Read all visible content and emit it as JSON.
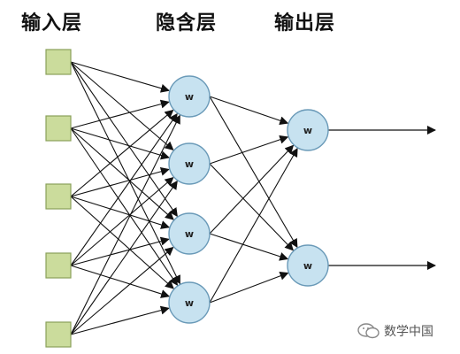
{
  "layers": [
    {
      "label": "输入层",
      "node_count": 5,
      "node_shape": "square",
      "node_text": ""
    },
    {
      "label": "隐含层",
      "node_count": 4,
      "node_shape": "circle",
      "node_text": "w"
    },
    {
      "label": "输出层",
      "node_count": 2,
      "node_shape": "circle",
      "node_text": "w"
    }
  ],
  "connections": "fully-connected between adjacent layers; arrows point right",
  "colors": {
    "input_fill": "#cbdc9c",
    "input_stroke": "#8aa05a",
    "neuron_fill": "#c7e2f0",
    "neuron_stroke": "#6a9ab8",
    "edge": "#111111"
  },
  "watermark": {
    "text": "数学中国",
    "icon": "wechat-logo-icon"
  }
}
